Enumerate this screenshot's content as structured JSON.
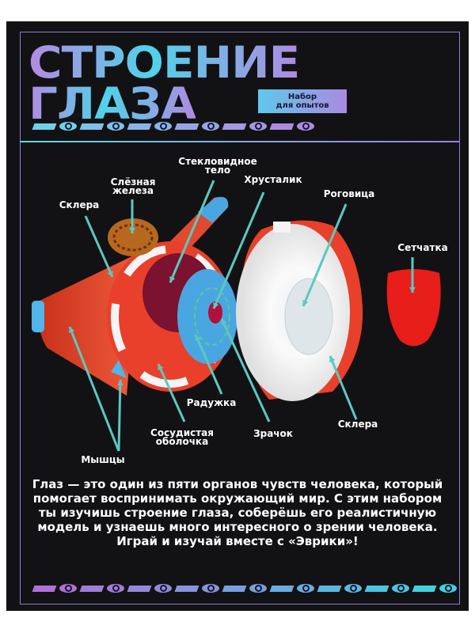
{
  "header": {
    "title_line1": "СТРОЕНИЕ",
    "title_line2": "ГЛАЗА",
    "badge": "Набор\nдля опытов"
  },
  "labels": {
    "vitreous": "Стекловидное\nтело",
    "lacrimal_gland": "Слёзная\nжелеза",
    "sclera_left": "Склера",
    "lens": "Хрусталик",
    "cornea": "Роговица",
    "retina": "Сетчатка",
    "iris": "Радужка",
    "sclera_right": "Склера",
    "choroid": "Сосудистая\nоболочка",
    "pupil": "Зрачок",
    "muscles": "Мышцы"
  },
  "description": "Глаз — это один из пяти органов чувств человека, который помогает воспринимать окружающий мир. С этим набором ты изучишь строение глаза, соберёшь его реалистичную модель и узнаешь много интересного о зрении человека. Играй и изучай вместе с «Эврики»!",
  "colors": {
    "background": "#121214",
    "arrow": "#5cc8c0",
    "accent_cyan": "#4fd3ea",
    "accent_purple": "#b08ae0"
  }
}
